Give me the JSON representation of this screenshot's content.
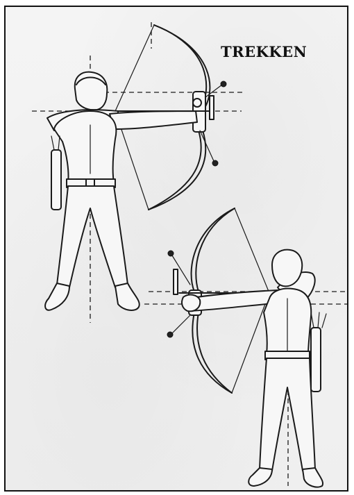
{
  "page": {
    "title": "TREKKEN"
  },
  "illustration": {
    "figures": [
      {
        "name": "archer-front-view",
        "view": "front",
        "facing": "right"
      },
      {
        "name": "archer-back-view",
        "view": "back",
        "facing": "left"
      }
    ],
    "colors": {
      "ink": "#1a1a1a",
      "paper": "#f2f2f2",
      "guide_line": "#1a1a1a"
    }
  }
}
